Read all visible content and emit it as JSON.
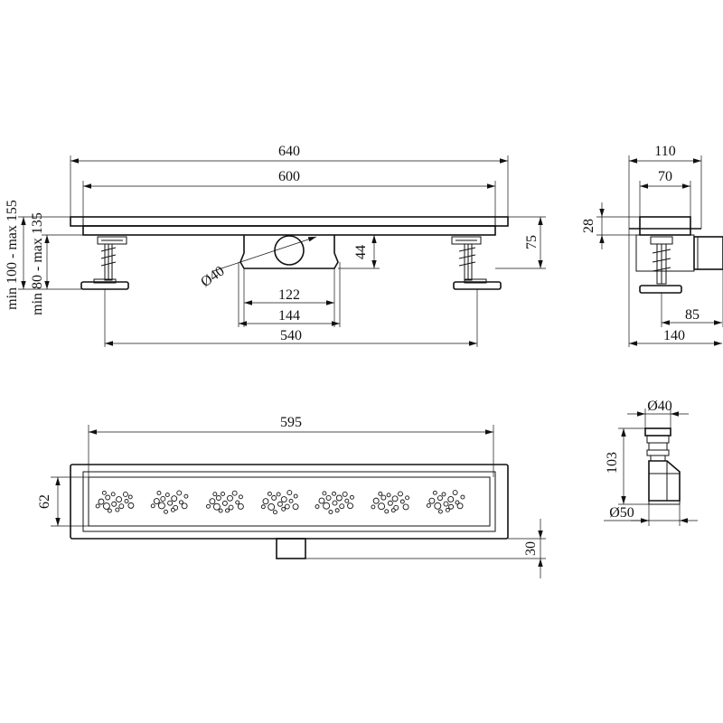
{
  "dimensions": {
    "front_view": {
      "overall_length": "640",
      "grate_length": "600",
      "height_total": "75",
      "outlet_height": "44",
      "outlet_diameter": "Ø40",
      "outlet_inner_width": "122",
      "outlet_outer_width": "144",
      "foot_spacing": "540",
      "level_range_upper": "min 100 - max 155",
      "level_range_lower": "min 80 - max 135"
    },
    "side_view": {
      "flange_width": "110",
      "channel_width": "70",
      "channel_depth": "28",
      "outlet_offset": "85",
      "overall_depth": "140"
    },
    "top_view": {
      "grate_length": "595",
      "grate_width": "62",
      "outlet_projection": "30"
    },
    "siphon_view": {
      "top_diameter": "Ø40",
      "height": "103",
      "bottom_diameter": "Ø50"
    }
  }
}
